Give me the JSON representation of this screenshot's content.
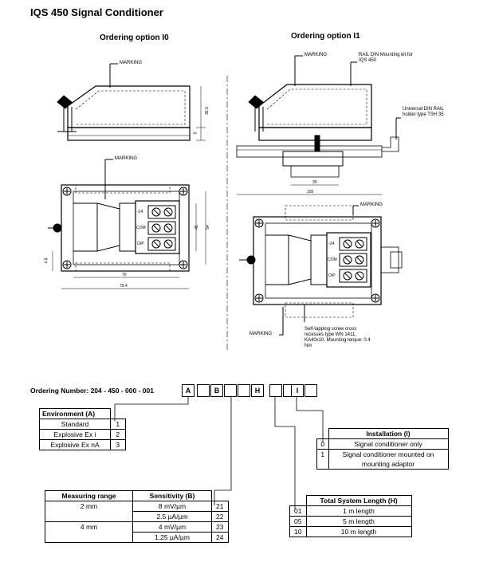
{
  "title": "IQS 450 Signal Conditioner",
  "option_i0": {
    "heading": "Ordering option I0",
    "side_marking": "MARKING",
    "top_marking": "MARKING",
    "dims": {
      "h": "36.5",
      "small": "5",
      "w70": "70",
      "w79": "79.4",
      "h45": "45",
      "h54": "54",
      "d48": "4.8"
    },
    "terminals": [
      "-24",
      "COM",
      "O/P"
    ]
  },
  "option_i1": {
    "heading": "Ordering option I1",
    "marking": "MARKING",
    "rail_kit_label": "RAIL DIN Mounting kit for IQS 450",
    "holder_label": "Universal DIN RAIL holder type TSH 35",
    "dims": {
      "d35": "35",
      "d105": "105"
    },
    "top_marking": "MARKING",
    "bottom_marking": "MARKING",
    "screw_note": "Self-tapping screw cross recesses type WN 1411, KA40x10. Mounting torque: 0.4 Nm",
    "terminals": [
      "-24",
      "COM",
      "O/P"
    ]
  },
  "ordering": {
    "label": "Ordering Number:",
    "prefix": "204 - 450 - 000 - 001",
    "codes": [
      "A",
      "B",
      "H",
      "I"
    ]
  },
  "environment": {
    "header": "Environment (A)",
    "rows": [
      {
        "name": "Standard",
        "code": "1"
      },
      {
        "name": "Explosive Ex i",
        "code": "2"
      },
      {
        "name": "Explosive Ex nA",
        "code": "3"
      }
    ]
  },
  "installation": {
    "header": "Installation (I)",
    "rows": [
      {
        "code": "0",
        "name": "Signal conditioner only"
      },
      {
        "code": "1",
        "name": "Signal conditioner mounted on mounting adaptor"
      }
    ]
  },
  "sensitivity": {
    "headers": [
      "Measuring range",
      "Sensitivity (B)"
    ],
    "rows": [
      {
        "range": "2 mm",
        "sens": "8 mV/µm",
        "code": "21"
      },
      {
        "range": "",
        "sens": "2.5 µA/µm",
        "code": "22"
      },
      {
        "range": "4 mm",
        "sens": "4 mV/µm",
        "code": "23"
      },
      {
        "range": "",
        "sens": "1.25 µA/µm",
        "code": "24"
      }
    ]
  },
  "length": {
    "header": "Total System Length (H)",
    "rows": [
      {
        "code": "01",
        "name": "1 m length"
      },
      {
        "code": "05",
        "name": "5 m length"
      },
      {
        "code": "10",
        "name": "10 m length"
      }
    ]
  }
}
